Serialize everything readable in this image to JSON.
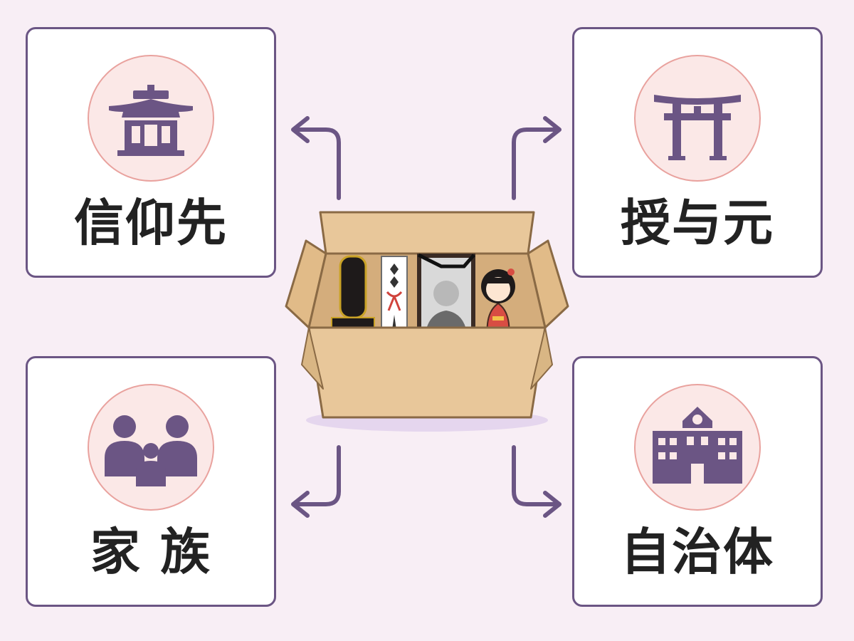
{
  "cards": {
    "top_left": {
      "label": "信仰先",
      "icon": "temple-icon"
    },
    "top_right": {
      "label": "授与元",
      "icon": "torii-gate-icon"
    },
    "bottom_left": {
      "label": "家 族",
      "icon": "family-icon"
    },
    "bottom_right": {
      "label": "自治体",
      "icon": "city-hall-icon"
    }
  },
  "center": {
    "icon": "open-box-icon",
    "items": [
      "memorial-tablet-icon",
      "talisman-icon",
      "portrait-photo-icon",
      "doll-icon"
    ]
  },
  "colors": {
    "background": "#f8eef5",
    "accent_purple": "#6b5584",
    "badge_fill": "#fbe8e7",
    "badge_border": "#e9a29e",
    "box": "#e8c79a",
    "label_text": "#222222"
  }
}
